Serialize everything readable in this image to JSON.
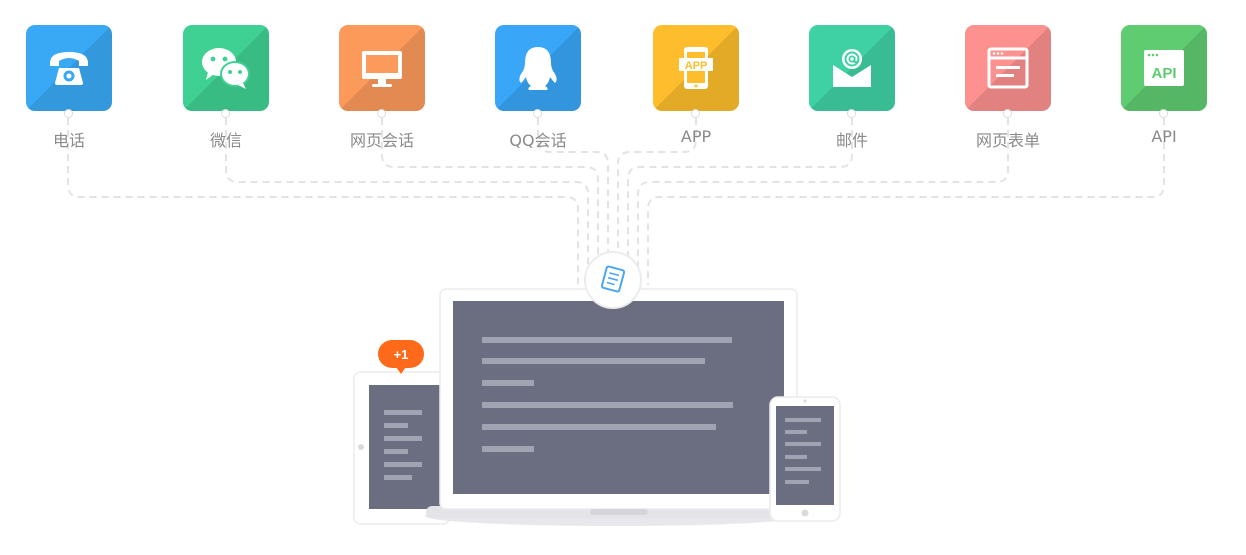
{
  "channels": [
    {
      "id": "phone",
      "label": "电话",
      "color": "#3aa9f5",
      "icon": "phone-icon"
    },
    {
      "id": "wechat",
      "label": "微信",
      "color": "#3fd193",
      "icon": "wechat-icon"
    },
    {
      "id": "webchat",
      "label": "网页会话",
      "color": "#fb9a5b",
      "icon": "monitor-icon"
    },
    {
      "id": "qq",
      "label": "QQ会话",
      "color": "#39a6f7",
      "icon": "qq-penguin-icon"
    },
    {
      "id": "app",
      "label": "APP",
      "color": "#fdbd2c",
      "icon": "mobile-app-icon"
    },
    {
      "id": "mail",
      "label": "邮件",
      "color": "#3fd1a4",
      "icon": "mail-icon"
    },
    {
      "id": "webform",
      "label": "网页表单",
      "color": "#fc918f",
      "icon": "web-form-icon"
    },
    {
      "id": "api",
      "label": "API",
      "color": "#5fcc72",
      "icon": "api-icon"
    }
  ],
  "app_icon_text": "APP",
  "api_icon_text": "API",
  "notification_badge": "+1",
  "colors": {
    "wire": "#e2e2e2",
    "screen": "#6b6e80",
    "screen_line": "#9fa2b0",
    "badge": "#ff6a1a",
    "hub_icon": "#4ba5f2"
  }
}
